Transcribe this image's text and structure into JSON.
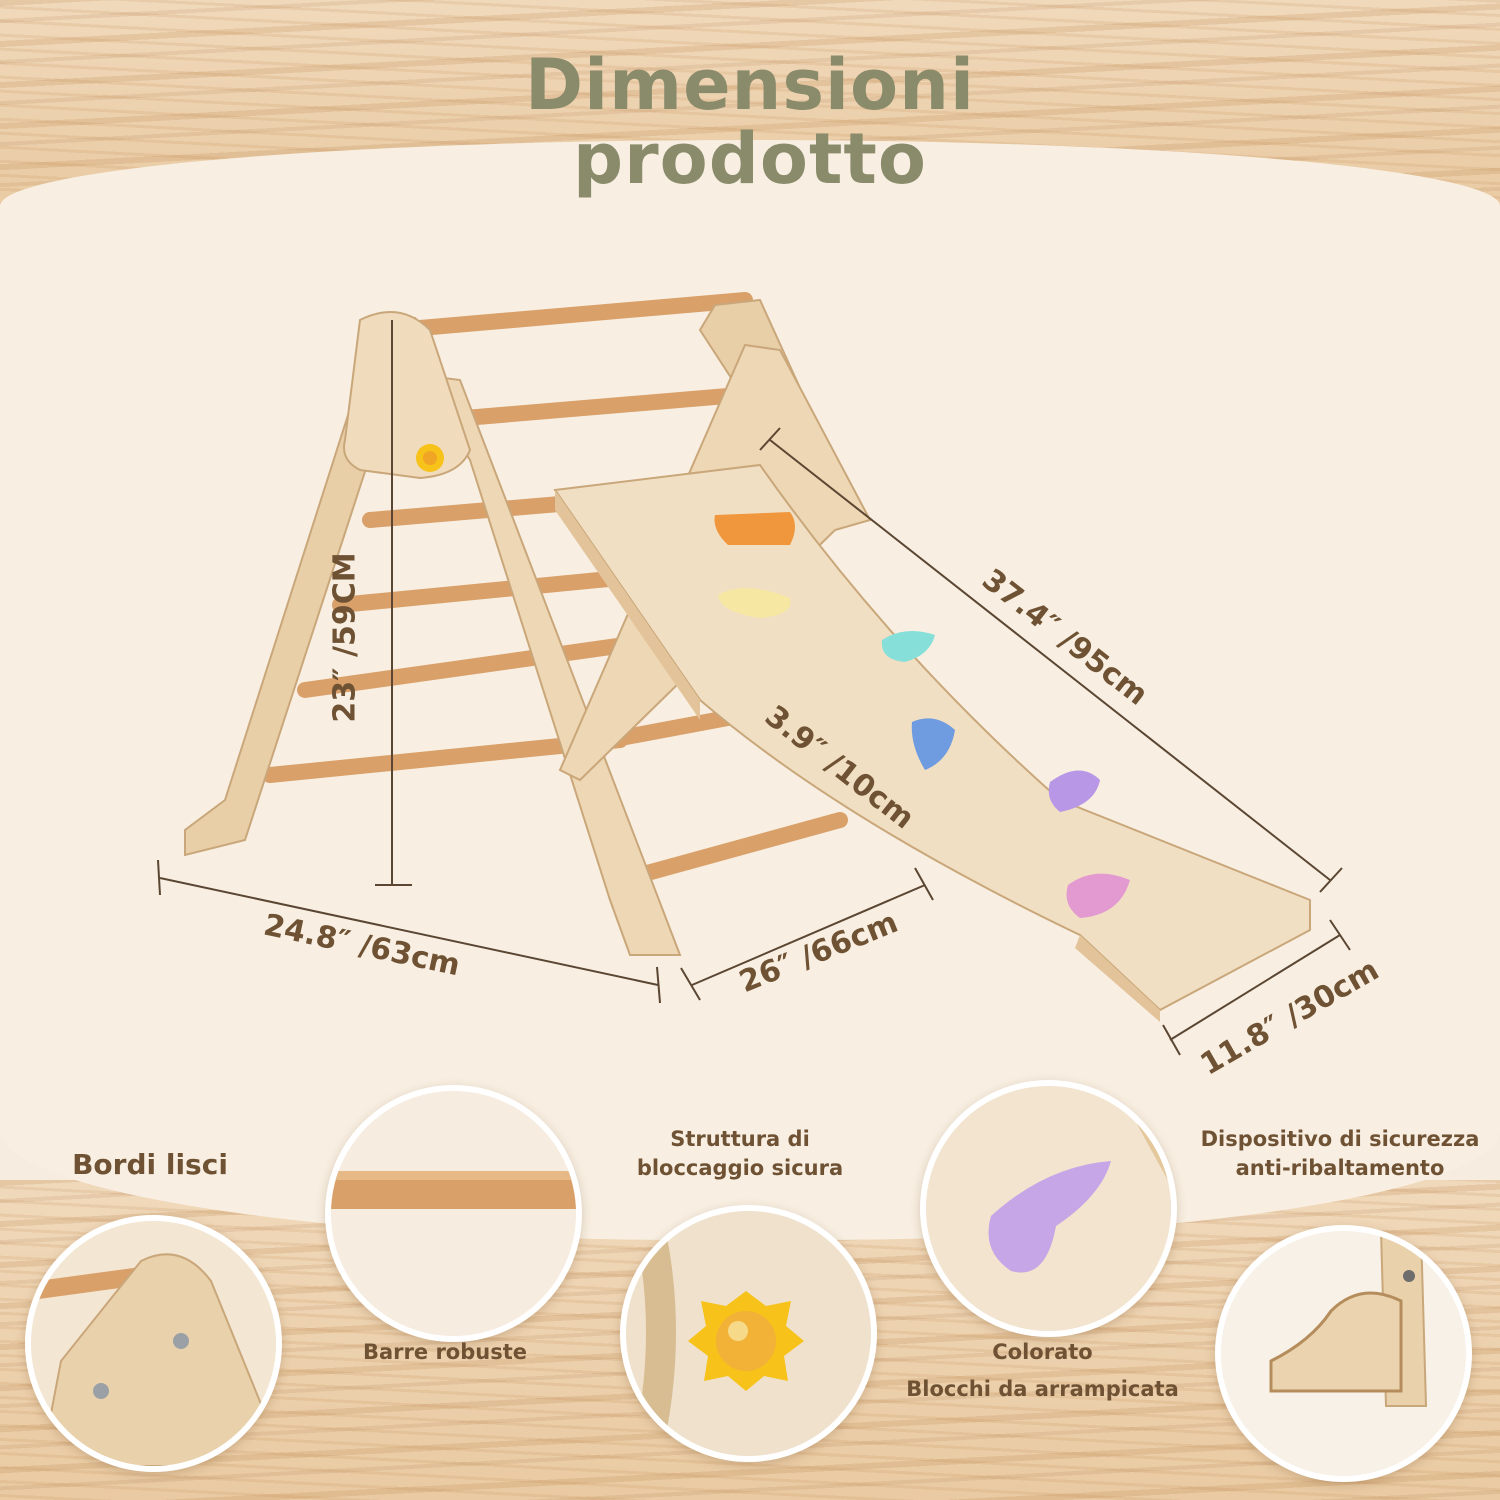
{
  "title": {
    "line1": "Dimensioni",
    "line2": "prodotto"
  },
  "dimensions": {
    "height": "23″ /59CM",
    "base_width": "24.8″  /63cm",
    "depth": "26″  /66cm",
    "slide_length": "37.4″  /95cm",
    "slide_curve": "3.9″  /10cm",
    "slide_width": "11.8″  /30cm"
  },
  "features": {
    "bordi_lisci": "Bordi lisci",
    "barre_robuste": "Barre robuste",
    "struttura_line1": "Struttura di",
    "struttura_line2": "bloccaggio sicura",
    "colorato_line1": "Colorato",
    "colorato_line2": "Blocchi da arrampicata",
    "dispositivo_line1": "Dispositivo di sicurezza",
    "dispositivo_line2": "anti-ribaltamento"
  },
  "colors": {
    "title": "#8a8b6b",
    "text": "#6e5233",
    "wood": "#e8cfa8",
    "rung": "#d9a06a",
    "hold_orange": "#f0963c",
    "hold_yellow": "#f6e7a2",
    "hold_teal": "#86dfd9",
    "hold_blue": "#6f9be0",
    "hold_purple": "#b898e6",
    "hold_pink": "#e39ad0",
    "knob_yellow": "#f7c21a"
  }
}
